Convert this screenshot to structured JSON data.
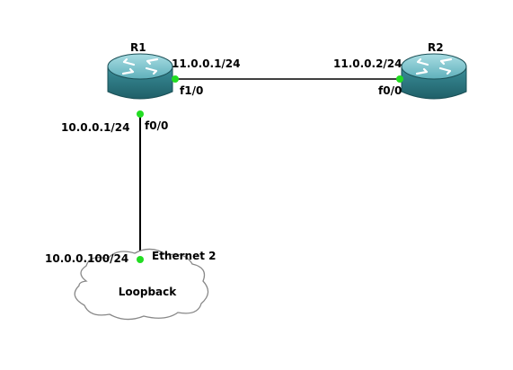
{
  "routers": {
    "r1": {
      "name": "R1"
    },
    "r2": {
      "name": "R2"
    }
  },
  "cloud": {
    "name": "Loopback"
  },
  "links": {
    "r1_r2": {
      "r1_ip": "11.0.0.1/24",
      "r1_if": "f1/0",
      "r2_ip": "11.0.0.2/24",
      "r2_if": "f0/0"
    },
    "r1_cloud": {
      "r1_ip": "10.0.0.1/24",
      "r1_if": "f0/0",
      "cloud_ip": "10.0.0.100/24",
      "cloud_if": "Ethernet 2"
    }
  },
  "colors": {
    "port": "#22dd22",
    "router_body": "#2d7f8a",
    "router_top": "#7ec3cc",
    "link": "#000000"
  }
}
